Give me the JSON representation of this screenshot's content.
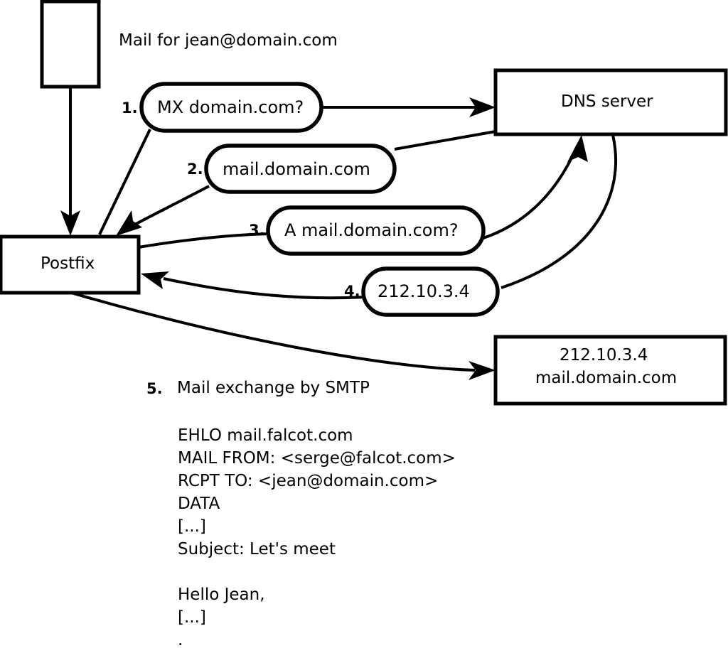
{
  "diagram": {
    "title_caption": "Mail for jean@domain.com",
    "nodes": {
      "sender_box": {
        "label": ""
      },
      "postfix": {
        "label": "Postfix"
      },
      "dns_server": {
        "label": "DNS server"
      },
      "target_server": {
        "line1": "212.10.3.4",
        "line2": "mail.domain.com"
      }
    },
    "steps": [
      {
        "num": "1.",
        "label": "MX domain.com?"
      },
      {
        "num": "2.",
        "label": "mail.domain.com"
      },
      {
        "num": "3.",
        "label": "A mail.domain.com?"
      },
      {
        "num": "4.",
        "label": "212.10.3.4"
      },
      {
        "num": "5.",
        "label": "Mail exchange by SMTP"
      }
    ],
    "smtp_transcript": [
      "EHLO mail.falcot.com",
      "MAIL FROM: <serge@falcot.com>",
      "RCPT TO: <jean@domain.com>",
      "DATA",
      "[...]",
      "Subject: Let's meet",
      "",
      "Hello Jean,",
      "[...]",
      "."
    ],
    "colors": {
      "stroke": "#000000",
      "fill": "#ffffff",
      "text": "#000000"
    }
  }
}
